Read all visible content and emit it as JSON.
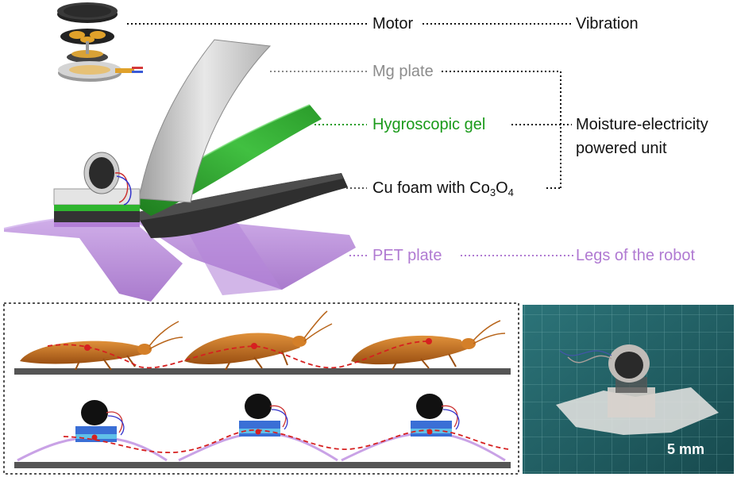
{
  "labels": {
    "motor": "Motor",
    "vibration": "Vibration",
    "mg_plate": "Mg plate",
    "hygroscopic_gel": "Hygroscopic gel",
    "cu_foam_prefix": "Cu foam with Co",
    "cu_foam_sub1": "3",
    "cu_foam_mid": "O",
    "cu_foam_sub2": "4",
    "moisture_line1": "Moisture-electricity",
    "moisture_line2": "powered unit",
    "pet_plate": "PET plate",
    "legs": "Legs of the robot"
  },
  "photo": {
    "scale_bar_label": "5 mm"
  },
  "colors": {
    "gel_green": "#2fb52f",
    "pet_purple": "#b27fd6",
    "mg_gray": "#bdbdbd",
    "cu_dark": "#333333",
    "cockroach": "#c8741e",
    "trajectory": "#d62020",
    "mat_teal": "#1f5f63"
  }
}
